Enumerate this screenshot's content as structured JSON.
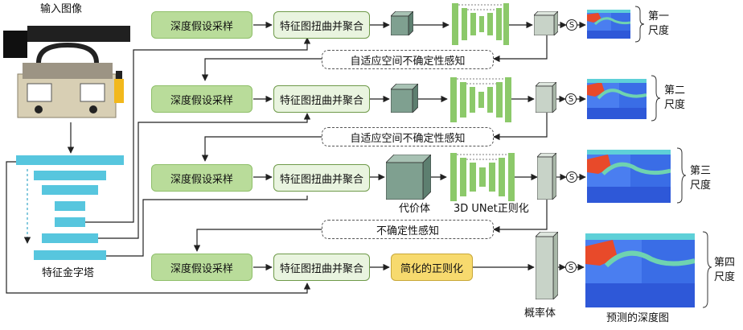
{
  "input_title": "输入图像",
  "pyramid_label": "特征金字塔",
  "rows": [
    {
      "sampling": "深度假设采样",
      "warp": "特征图扭曲并聚合",
      "scale": "第一尺度"
    },
    {
      "sampling": "深度假设采样",
      "warp": "特征图扭曲并聚合",
      "scale": "第二尺度"
    },
    {
      "sampling": "深度假设采样",
      "warp": "特征图扭曲并聚合",
      "scale": "第三尺度"
    },
    {
      "sampling": "深度假设采样",
      "warp": "特征图扭曲并聚合",
      "scale": "第四尺度"
    }
  ],
  "uncertainty": {
    "adaptive_1": "自适应空间不确定性感知",
    "adaptive_2": "自适应空间不确定性感知",
    "plain": "不确定性感知"
  },
  "cost_volume_label": "代价体",
  "unet_label": "3D UNet正则化",
  "simplified_reg": "简化的正则化",
  "prob_volume_label": "概率体",
  "pred_depth_label": "预测的深度图",
  "softmax_symbol": "S",
  "colors": {
    "green_block": "#b9dc9a",
    "cube": "#7fa090",
    "yellow_block": "#f7da6e",
    "pyramid": "#57c6de",
    "depth_blue": "#3a6df0"
  }
}
